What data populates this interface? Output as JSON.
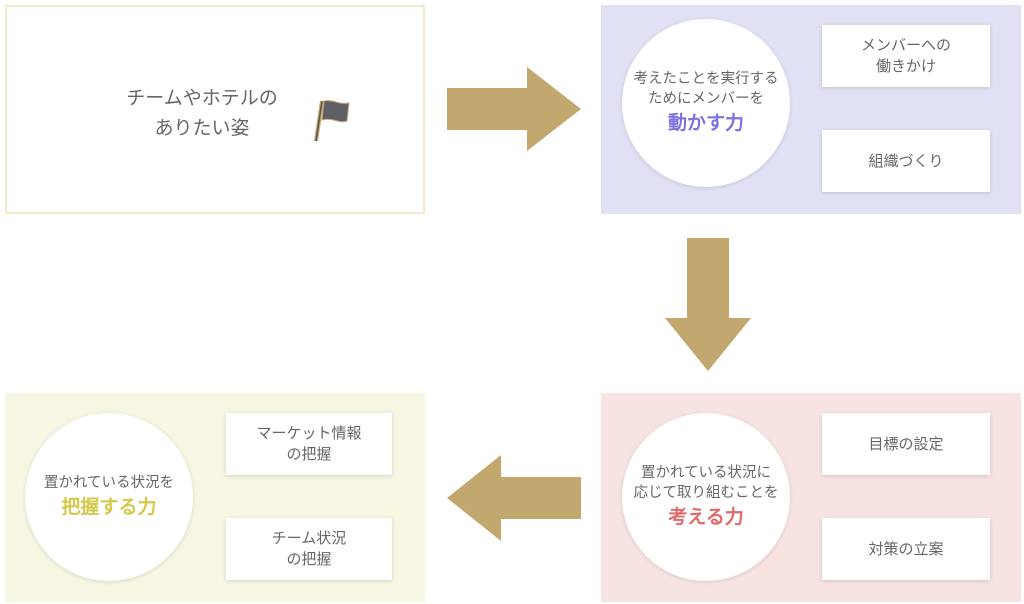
{
  "goal": {
    "line1": "チームやホテルの",
    "line2": "ありたい姿",
    "icon": "flag-icon"
  },
  "move": {
    "line1": "考えたことを実行する",
    "line2": "ためにメンバーを",
    "accent": "動かす力",
    "accent_color": "#7b72e0",
    "items": [
      {
        "line1": "メンバーへの",
        "line2": "働きかけ"
      },
      {
        "line1": "組織づくり",
        "line2": ""
      }
    ]
  },
  "think": {
    "line1": "置かれている状況に",
    "line2": "応じて取り組むことを",
    "accent": "考える力",
    "accent_color": "#e06a6a",
    "items": [
      {
        "line1": "目標の設定",
        "line2": ""
      },
      {
        "line1": "対策の立案",
        "line2": ""
      }
    ]
  },
  "grasp": {
    "line1": "置かれている状況を",
    "accent": "把握する力",
    "accent_color": "#d4c94a",
    "items": [
      {
        "line1": "マーケット情報",
        "line2": "の把握"
      },
      {
        "line1": "チーム状況",
        "line2": "の把握"
      }
    ]
  },
  "colors": {
    "arrow": "#c2a76e"
  }
}
